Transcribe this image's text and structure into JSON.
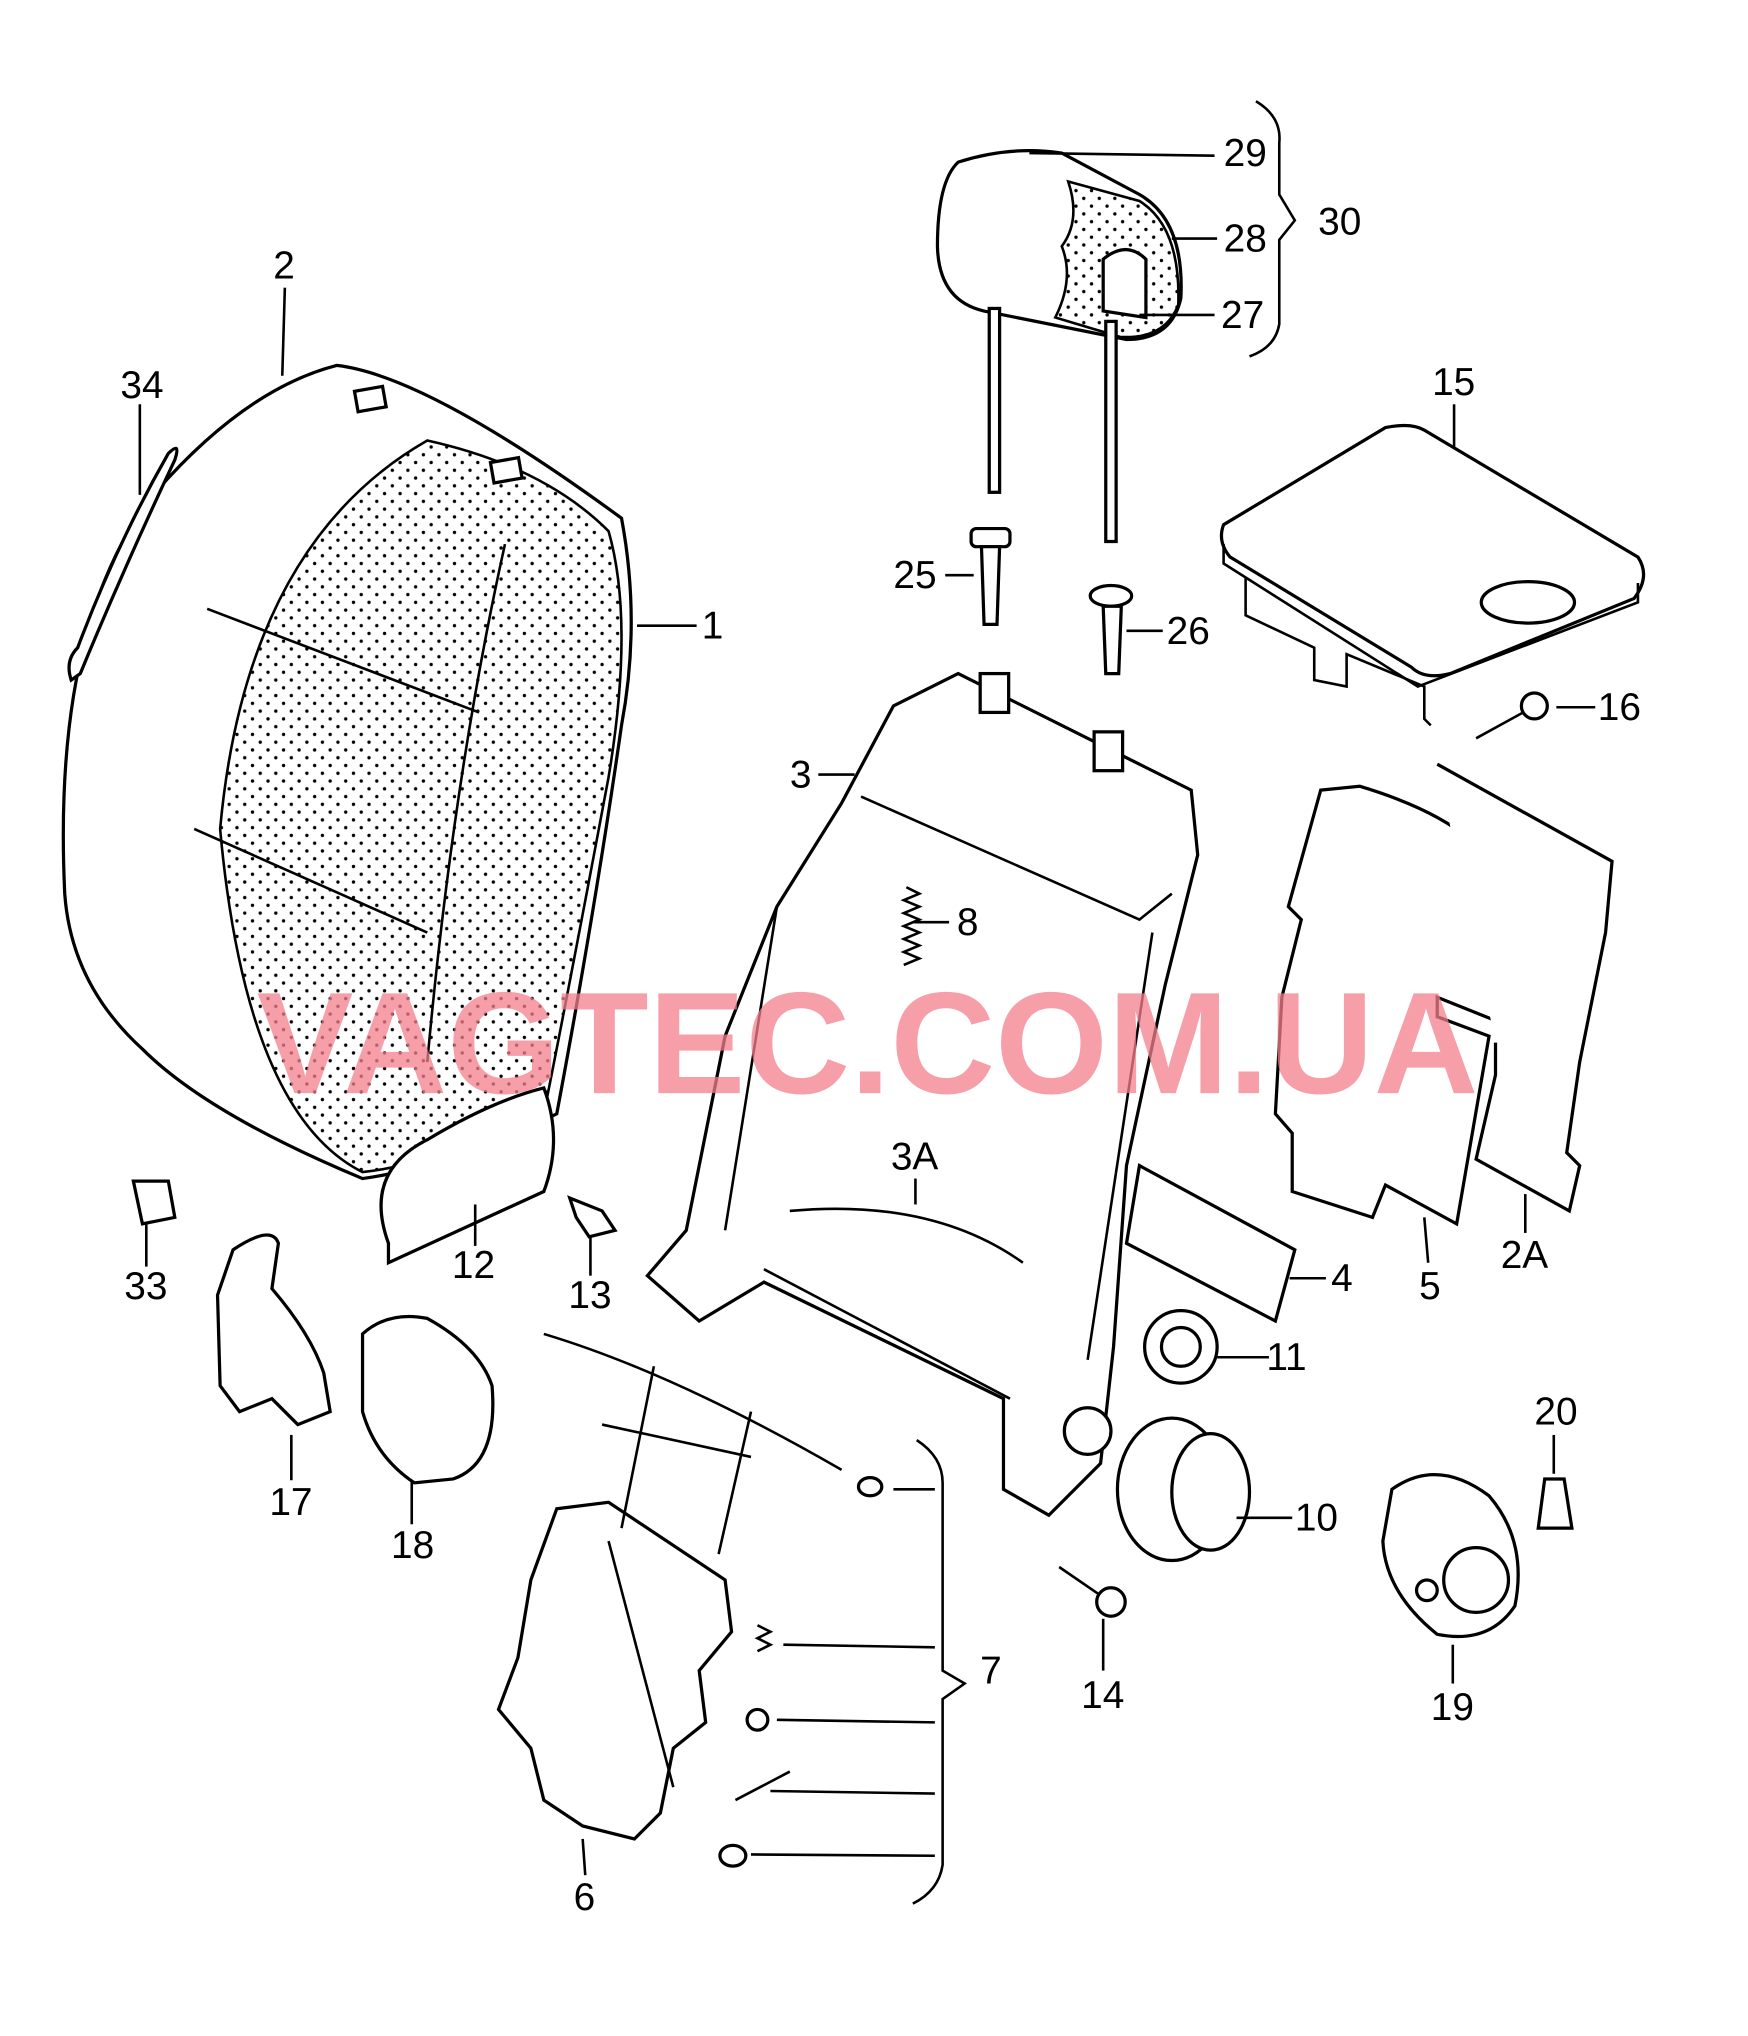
{
  "watermark": "VAGTEC.COM.UA",
  "watermark_color": "#f47f8c",
  "callouts": {
    "c1": "1",
    "c2": "2",
    "c2A": "2A",
    "c3": "3",
    "c3A": "3A",
    "c4": "4",
    "c5": "5",
    "c6": "6",
    "c7": "7",
    "c8": "8",
    "c10": "10",
    "c11": "11",
    "c12": "12",
    "c13": "13",
    "c14": "14",
    "c15": "15",
    "c16": "16",
    "c17": "17",
    "c18": "18",
    "c19": "19",
    "c20": "20",
    "c25": "25",
    "c26": "26",
    "c27": "27",
    "c28": "28",
    "c29": "29",
    "c30": "30",
    "c33": "33",
    "c34": "34"
  }
}
